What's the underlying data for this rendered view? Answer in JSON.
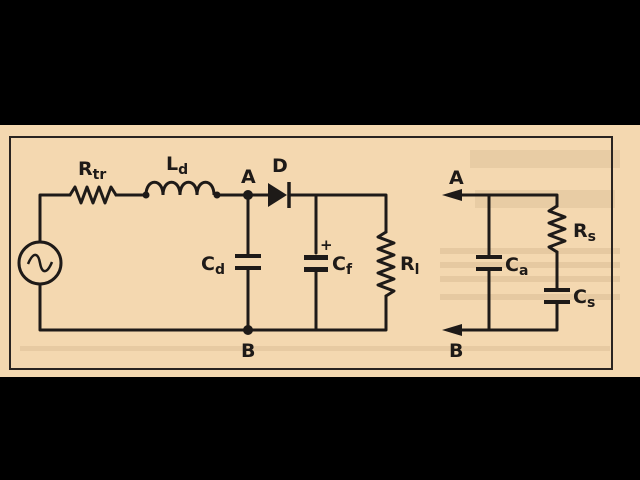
{
  "labels": {
    "rtr": {
      "main": "R",
      "sub": "tr"
    },
    "ld": {
      "main": "L",
      "sub": "d"
    },
    "a_left": "A",
    "d": "D",
    "cd": {
      "main": "C",
      "sub": "d"
    },
    "cf": {
      "main": "C",
      "sub": "f"
    },
    "cf_plus": "+",
    "rl": {
      "main": "R",
      "sub": "l"
    },
    "b_left": "B",
    "a_right": "A",
    "b_right": "B",
    "ca": {
      "main": "C",
      "sub": "a"
    },
    "rs": {
      "main": "R",
      "sub": "s"
    },
    "cs": {
      "main": "C",
      "sub": "s"
    }
  },
  "colors": {
    "paper": "#f4d8b0",
    "ink": "#1e1a18",
    "background": "#000000"
  }
}
